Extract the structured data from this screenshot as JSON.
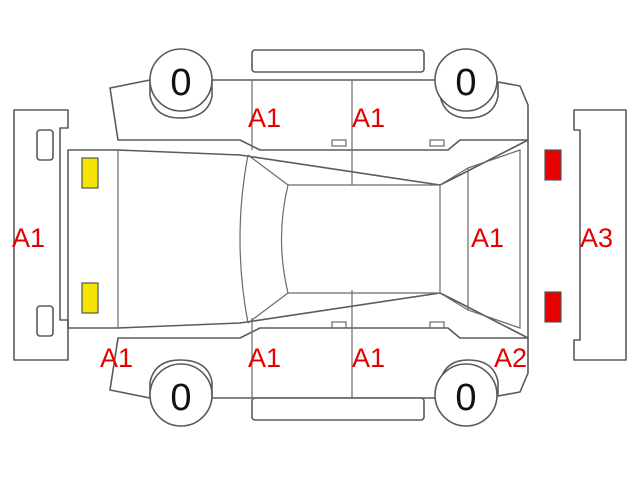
{
  "colors": {
    "outline": "#5a5a5a",
    "grade_text": "#e60000",
    "marker_yellow": "#f5e400",
    "marker_red": "#e60000",
    "tire_text": "#111111"
  },
  "tires": {
    "front_left": "0",
    "front_right": "0",
    "rear_left": "0",
    "rear_right": "0"
  },
  "grades": {
    "front_bumper": "A1",
    "rear_bumper": "A3",
    "upper_front_door": "A1",
    "upper_rear_door": "A1",
    "rear_window": "A1",
    "lower_front_fender": "A1",
    "lower_front_door": "A1",
    "lower_rear_door": "A1",
    "lower_rear_quarter": "A2"
  },
  "markers": {
    "front_lights": "yellow",
    "rear_lights": "red"
  }
}
